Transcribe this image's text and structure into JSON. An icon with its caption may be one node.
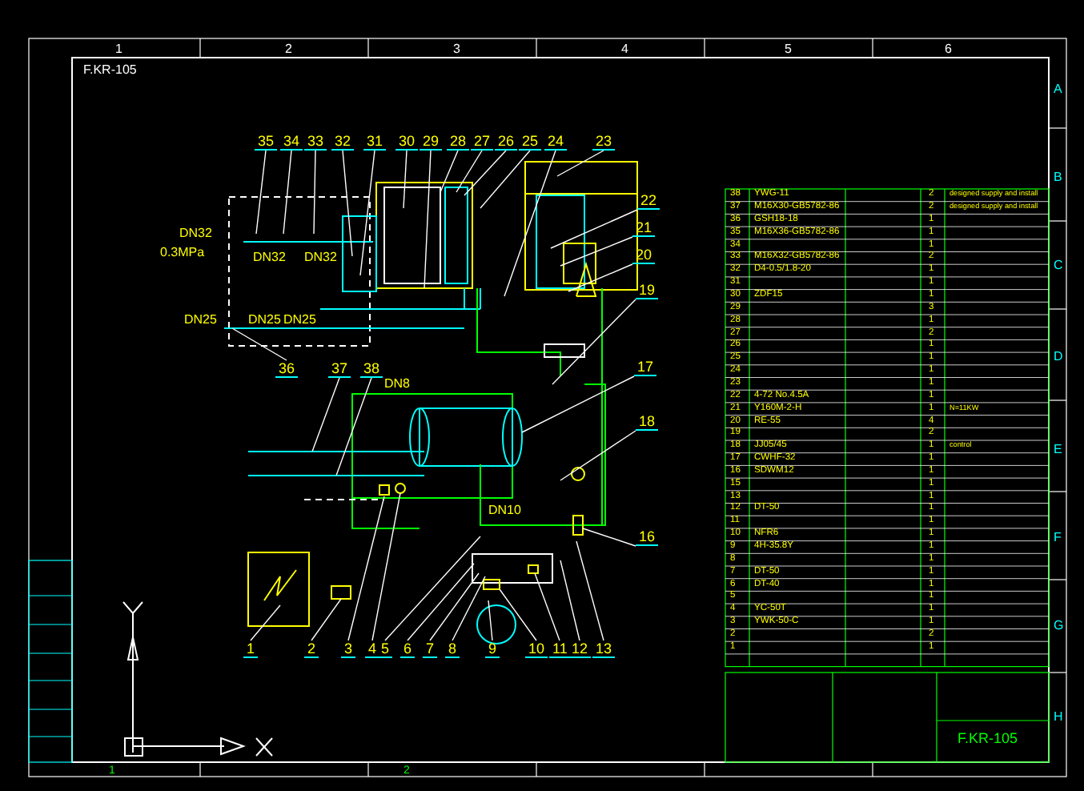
{
  "diagram": {
    "nodes": [
      {
        "text": [
          "1"
        ]
      },
      {
        "text": [
          "2"
        ]
      },
      {
        "text": [
          "3"
        ]
      },
      {
        "text": [
          "4"
        ]
      },
      {
        "text": [
          "5"
        ]
      },
      {
        "text": [
          "6"
        ]
      },
      {
        "text": [
          "7"
        ]
      },
      {
        "text": [
          "8"
        ]
      },
      {
        "text": [
          "9"
        ]
      },
      {
        "text": [
          "10"
        ]
      },
      {
        "text": [
          "11"
        ]
      },
      {
        "text": [
          "12"
        ]
      },
      {
        "text": [
          "13"
        ]
      },
      {
        "text": [
          "16"
        ]
      },
      {
        "text": [
          "17"
        ]
      },
      {
        "text": [
          "18"
        ]
      },
      {
        "text": [
          "19"
        ]
      },
      {
        "text": [
          "20"
        ]
      },
      {
        "text": [
          "21"
        ]
      },
      {
        "text": [
          "22"
        ]
      },
      {
        "text": [
          "23"
        ]
      },
      {
        "text": [
          "24"
        ]
      },
      {
        "text": [
          "25"
        ]
      },
      {
        "text": [
          "26"
        ]
      },
      {
        "text": [
          "27"
        ]
      },
      {
        "text": [
          "28"
        ]
      },
      {
        "text": [
          "29"
        ]
      },
      {
        "text": [
          "30"
        ]
      },
      {
        "text": [
          "31"
        ]
      },
      {
        "text": [
          "32"
        ]
      },
      {
        "text": [
          "33"
        ]
      },
      {
        "text": [
          "34"
        ]
      },
      {
        "text": [
          "35"
        ]
      },
      {
        "text": [
          "36"
        ]
      },
      {
        "text": [
          "37"
        ]
      },
      {
        "text": [
          "38"
        ]
      }
    ],
    "edges": [
      {
        "from": 0,
        "to": null,
        "arrow": "none"
      },
      {
        "from": 1,
        "to": null,
        "arrow": "none"
      },
      {
        "from": 2,
        "to": null,
        "arrow": "none"
      },
      {
        "from": 3,
        "to": null,
        "arrow": "none"
      },
      {
        "from": 4,
        "to": null,
        "arrow": "none"
      },
      {
        "from": 5,
        "to": null,
        "arrow": "none"
      },
      {
        "from": 6,
        "to": null,
        "arrow": "none"
      },
      {
        "from": 7,
        "to": null,
        "arrow": "none"
      },
      {
        "from": 8,
        "to": null,
        "arrow": "none"
      },
      {
        "from": 9,
        "to": null,
        "arrow": "none"
      },
      {
        "from": 10,
        "to": null,
        "arrow": "none"
      },
      {
        "from": 11,
        "to": null,
        "arrow": "none"
      },
      {
        "from": 12,
        "to": null,
        "arrow": "none"
      },
      {
        "from": 13,
        "to": null,
        "arrow": "none"
      },
      {
        "from": 14,
        "to": null,
        "arrow": "none"
      },
      {
        "from": 15,
        "to": null,
        "arrow": "none"
      },
      {
        "from": 16,
        "to": null,
        "arrow": "none"
      },
      {
        "from": 17,
        "to": null,
        "arrow": "none"
      },
      {
        "from": 18,
        "to": null,
        "arrow": "none"
      },
      {
        "from": 19,
        "to": null,
        "arrow": "none"
      },
      {
        "from": 20,
        "to": null,
        "arrow": "none"
      },
      {
        "from": 21,
        "to": null,
        "arrow": "none"
      },
      {
        "from": 22,
        "to": null,
        "arrow": "none"
      },
      {
        "from": 23,
        "to": null,
        "arrow": "none"
      },
      {
        "from": 24,
        "to": null,
        "arrow": "none"
      },
      {
        "from": 25,
        "to": null,
        "arrow": "none"
      },
      {
        "from": 26,
        "to": null,
        "arrow": "none"
      },
      {
        "from": 27,
        "to": null,
        "arrow": "none"
      },
      {
        "from": 28,
        "to": null,
        "arrow": "none"
      },
      {
        "from": 29,
        "to": null,
        "arrow": "none"
      },
      {
        "from": 30,
        "to": null,
        "arrow": "none"
      },
      {
        "from": 31,
        "to": null,
        "arrow": "none"
      },
      {
        "from": 32,
        "to": null,
        "arrow": "none"
      },
      {
        "from": 33,
        "to": null,
        "arrow": "none"
      },
      {
        "from": 34,
        "to": null,
        "arrow": "none"
      },
      {
        "from": 35,
        "to": null,
        "arrow": "none"
      }
    ],
    "labels": [
      "1",
      "2",
      "3",
      "4",
      "5",
      "6",
      "A",
      "B",
      "C",
      "D",
      "E",
      "F",
      "G",
      "H",
      "F.KR-105",
      "DN32",
      "0.3MPa",
      "DN25",
      "DN32",
      "DN32",
      "DN25",
      "DN25",
      "DN8",
      "DN10",
      "1",
      "2",
      "F.KR-105",
      "38",
      "YWG-11",
      "2",
      "designed supply and install",
      "37",
      "M16X30-GB5782-86",
      "2",
      "designed supply and install",
      "36",
      "GSH18-18",
      "1",
      "35",
      "M16X36-GB5782-86",
      "1",
      "34",
      "1",
      "33",
      "M16X32-GB5782-86",
      "2",
      "32",
      "D4-0.5/1.8-20",
      "1",
      "31",
      "1",
      "30",
      "ZDF15",
      "1",
      "29",
      "3",
      "28",
      "1",
      "27",
      "2",
      "26",
      "1",
      "25",
      "1",
      "24",
      "1",
      "23",
      "1",
      "22",
      "4-72 No.4.5A",
      "1",
      "21",
      "Y160M-2-H",
      "1",
      "N=11KW",
      "20",
      "RE-55",
      "4",
      "19",
      "2",
      "18",
      "JJ05/45",
      "1",
      "control",
      "17",
      "CWHF-32",
      "1",
      "16",
      "SDWM12",
      "1",
      "15",
      "1",
      "13",
      "1",
      "12",
      "DT-50",
      "1",
      "11",
      "1",
      "10",
      "NFR6",
      "1",
      "9",
      "4H-35.8Y",
      "1",
      "8",
      "1",
      "7",
      "DT-50",
      "1",
      "6",
      "DT-40",
      "1",
      "5",
      "1",
      "4",
      "YC-50T",
      "1",
      "3",
      "YWK-50-C",
      "1",
      "2",
      "2",
      "1",
      "1"
    ]
  }
}
